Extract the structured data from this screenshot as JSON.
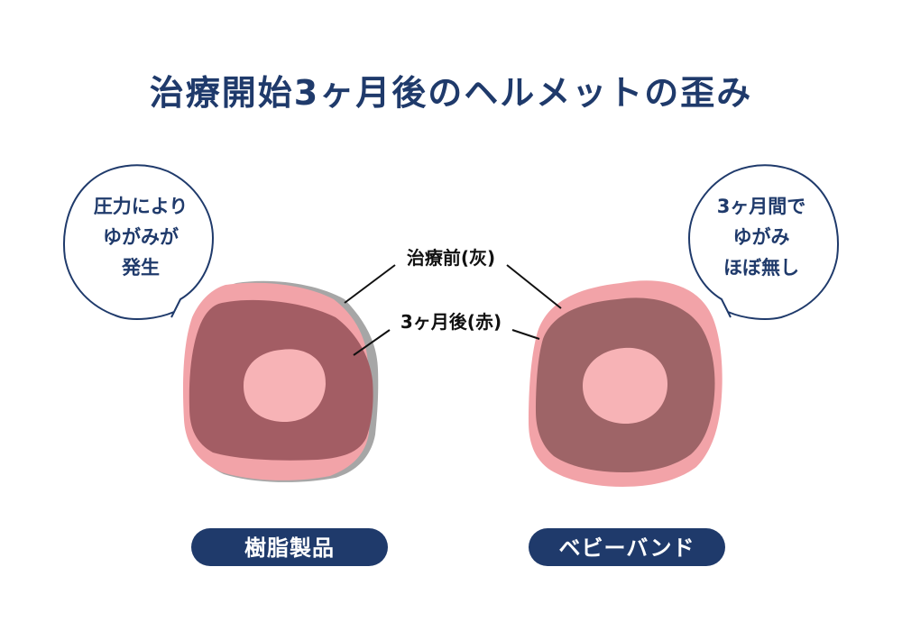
{
  "title": "治療開始3ヶ月後のヘルメットの歪み",
  "bubble_left": {
    "lines": [
      "圧力により",
      "ゆがみが",
      "発生"
    ]
  },
  "bubble_right": {
    "lines": [
      "3ヶ月間で",
      "ゆがみ",
      "ほぼ無し"
    ]
  },
  "callouts": {
    "before": "治療前(灰)",
    "after": "3ヶ月後(赤)"
  },
  "products": {
    "left_label": "樹脂製品",
    "right_label": "ベビーバンド"
  },
  "colors": {
    "navy": "#1f3a6b",
    "gray_outline": "#a6a6a6",
    "light_pink": "#f2a3a8",
    "dark_mauve": "#a35d64",
    "dark_mauve_right": "#9e6467",
    "inner_pink": "#f7b3b6",
    "white": "#ffffff"
  }
}
